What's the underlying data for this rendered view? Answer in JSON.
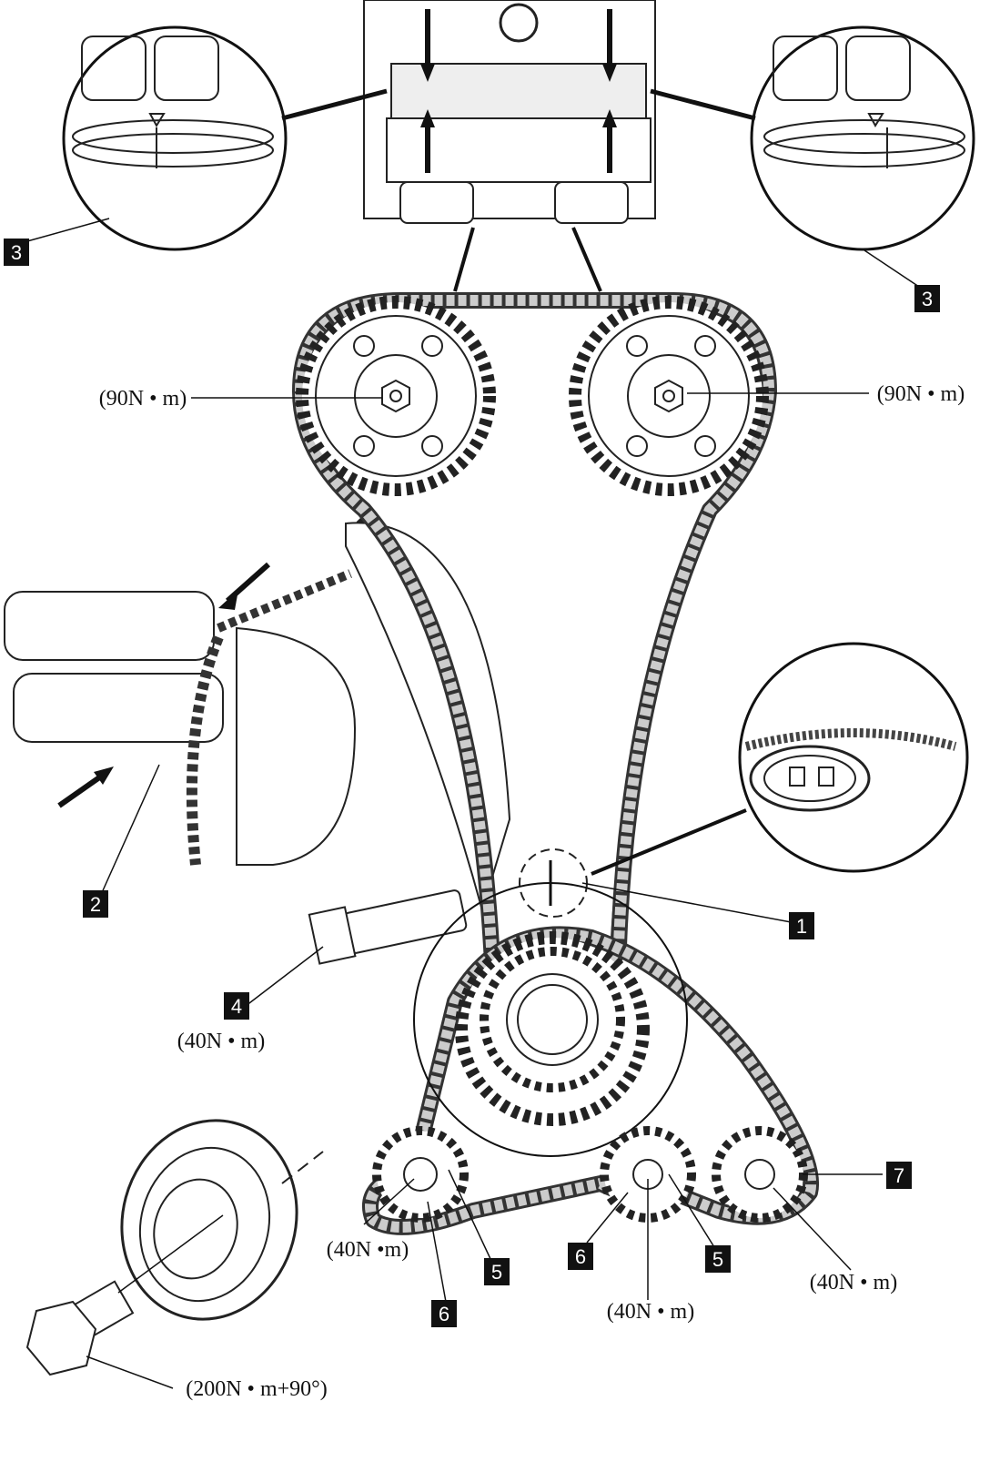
{
  "callouts": {
    "n1": "1",
    "n2": "2",
    "n3_left": "3",
    "n3_right": "3",
    "n4": "4",
    "n5_left": "5",
    "n5_right": "5",
    "n6_left": "6",
    "n6_right": "6",
    "n7": "7"
  },
  "torques": {
    "camshaft_left": "(90N • m)",
    "camshaft_right": "(90N • m)",
    "tensioner_bolt": "(40N • m)",
    "balance_left": "(40N •m)",
    "idler_middle": "(40N • m)",
    "balance_right": "(40N • m)",
    "crank_pulley_bolt": "(200N • m+90°)"
  }
}
